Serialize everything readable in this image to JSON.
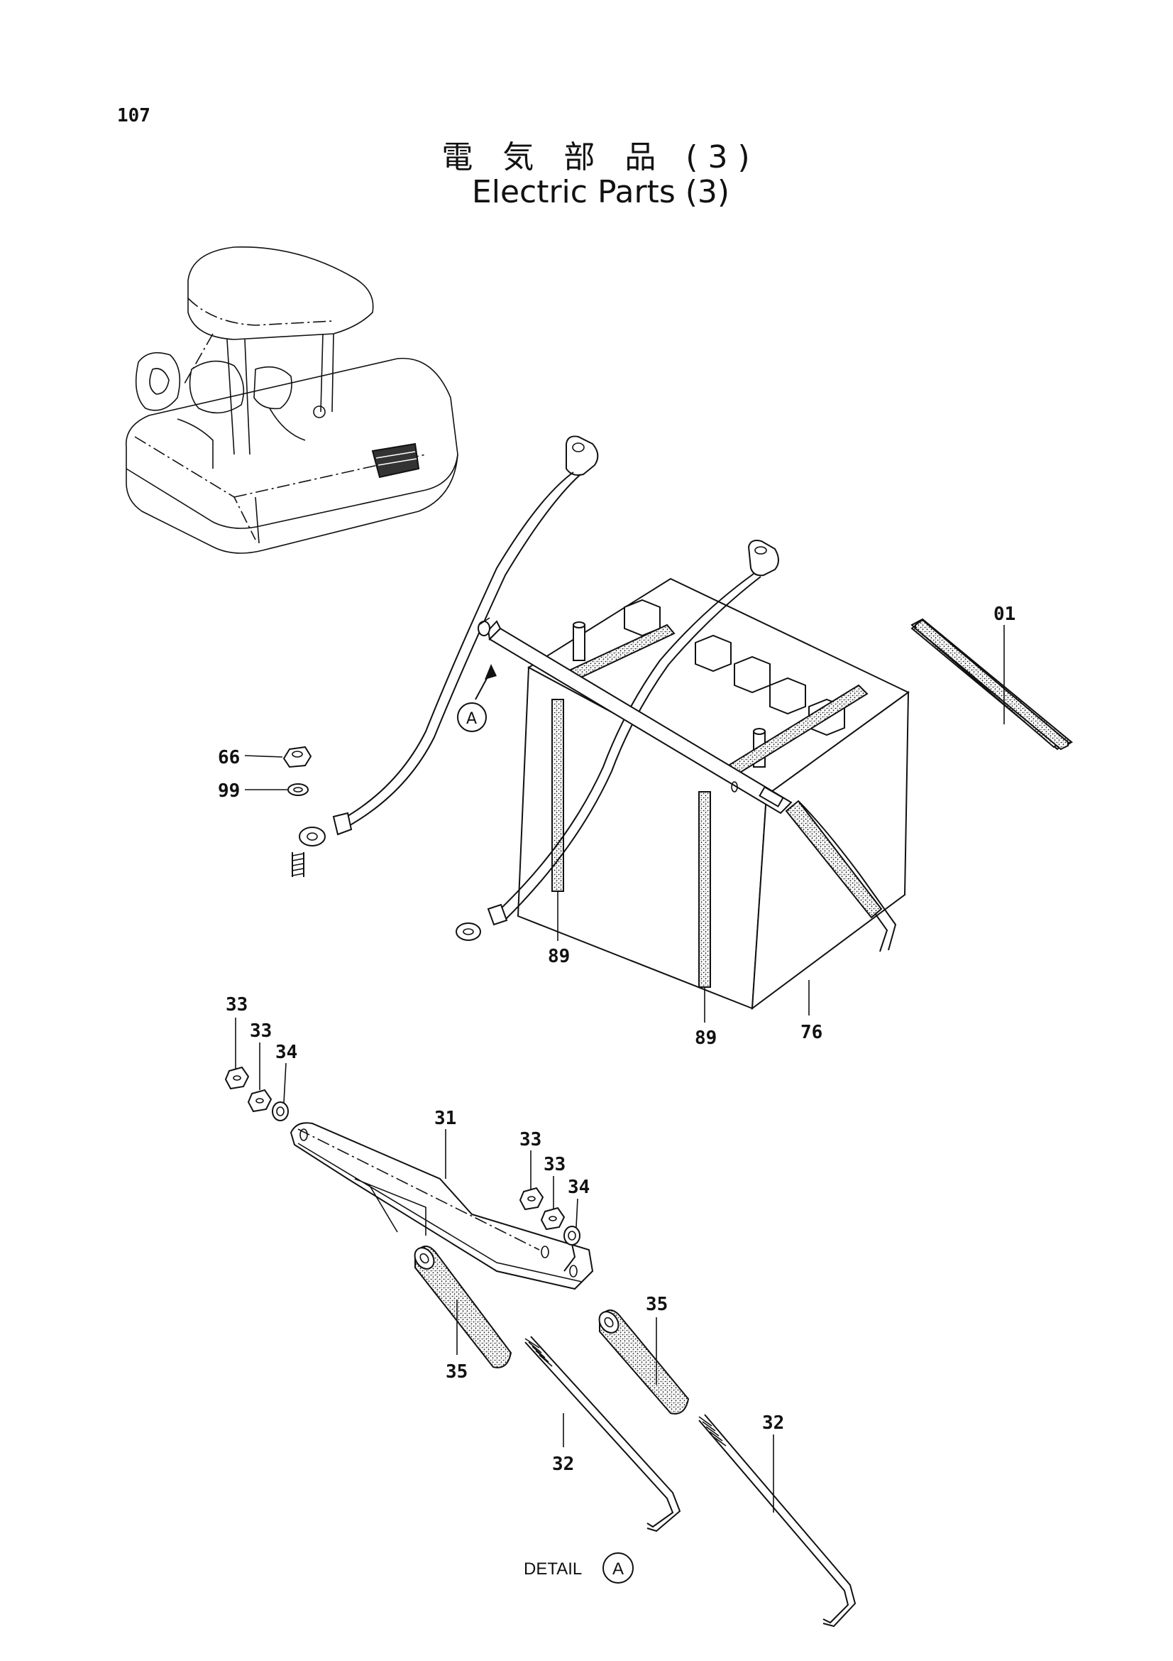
{
  "page_number": "107",
  "title_jp": "電 気 部 品 (3)",
  "title_en": "Electric Parts (3)",
  "detail": {
    "text": "DETAIL",
    "marker": "A"
  },
  "callout_marker": "A",
  "part_labels": {
    "p01": "01",
    "p66": "66",
    "p99": "99",
    "p89a": "89",
    "p89b": "89",
    "p76": "76",
    "p33a": "33",
    "p33b": "33",
    "p34a": "34",
    "p31": "31",
    "p33c": "33",
    "p33d": "33",
    "p34b": "34",
    "p35a": "35",
    "p35b": "35",
    "p32a": "32",
    "p32b": "32"
  }
}
